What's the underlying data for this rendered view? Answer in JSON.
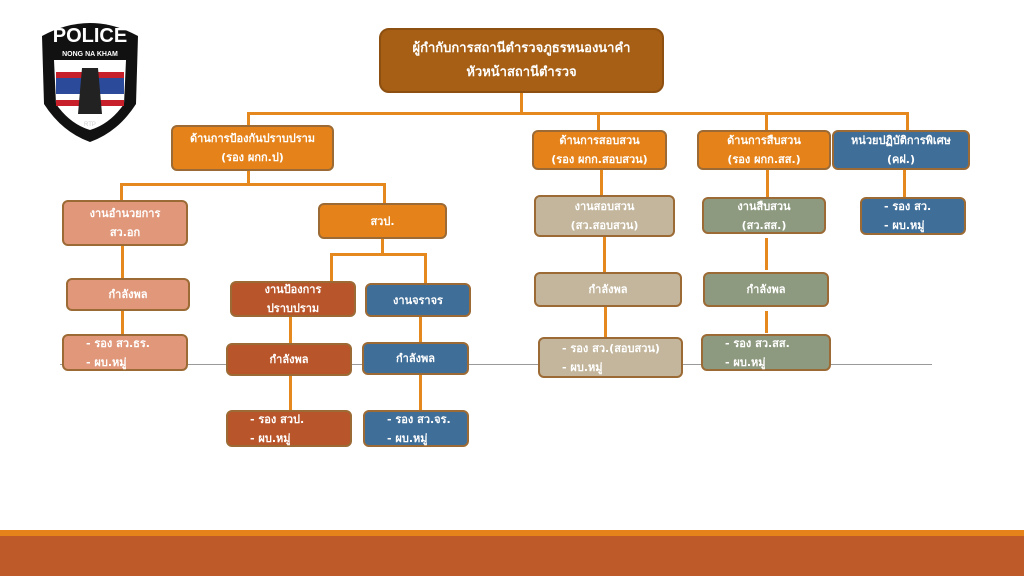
{
  "logo": {
    "title": "POLICE",
    "subtitle": "NONG NA KHAM",
    "bottom": "RTP"
  },
  "colors": {
    "top": "#A65F14",
    "orange": "#E5831A",
    "blue": "#3F6E98",
    "salmon": "#E0977A",
    "rust": "#B9552B",
    "tan": "#C3B69C",
    "green": "#8D9A7F",
    "footer": "#BE5A2A"
  },
  "head": {
    "line1": "ผู้กำกับการสถานีตำรวจภูธรหนองนาคำ",
    "line2": "หัวหน้าสถานีตำรวจ"
  },
  "prevention": {
    "head": {
      "line1": "ด้านการป้องกันปราบปราม",
      "line2": "(รอง ผกก.ป)"
    },
    "admin": {
      "line1": "งานอำนวยการ",
      "line2": "สว.อก",
      "staff": "กำลังพล",
      "item1": "- รอง สว.ธร.",
      "item2": "- ผบ.หมู่"
    },
    "svp": {
      "label": "สวป."
    },
    "patrol": {
      "line1": "งานป้องการ",
      "line2": "ปราบปราม",
      "staff": "กำลังพล",
      "item1": "- รอง สวป.",
      "item2": "- ผบ.หมู่"
    },
    "traffic": {
      "line1": "งานจราจร",
      "staff": "กำลังพล",
      "item1": "- รอง สว.จร.",
      "item2": "- ผบ.หมู่"
    }
  },
  "inquiry": {
    "head": {
      "line1": "ด้านการสอบสวน",
      "line2": "(รอง ผกก.สอบสวน)"
    },
    "work": {
      "line1": "งานสอบสวน",
      "line2": "(สว.สอบสวน)"
    },
    "staff": "กำลังพล",
    "item1": "- รอง สว.(สอบสวน)",
    "item2": "- ผบ.หมู่"
  },
  "investigation": {
    "head": {
      "line1": "ด้านการสืบสวน",
      "line2": "(รอง ผกก.สส.)"
    },
    "work": {
      "line1": "งานสืบสวน",
      "line2": "(สว.สส.)"
    },
    "staff": "กำลังพล",
    "item1": "- รอง สว.สส.",
    "item2": "- ผบ.หมู่"
  },
  "special": {
    "head": {
      "line1": "หน่วยปฏิบัติการพิเศษ",
      "line2": "(คฝ.)"
    },
    "item1": "- รอง สว.",
    "item2": "- ผบ.หมู่"
  }
}
